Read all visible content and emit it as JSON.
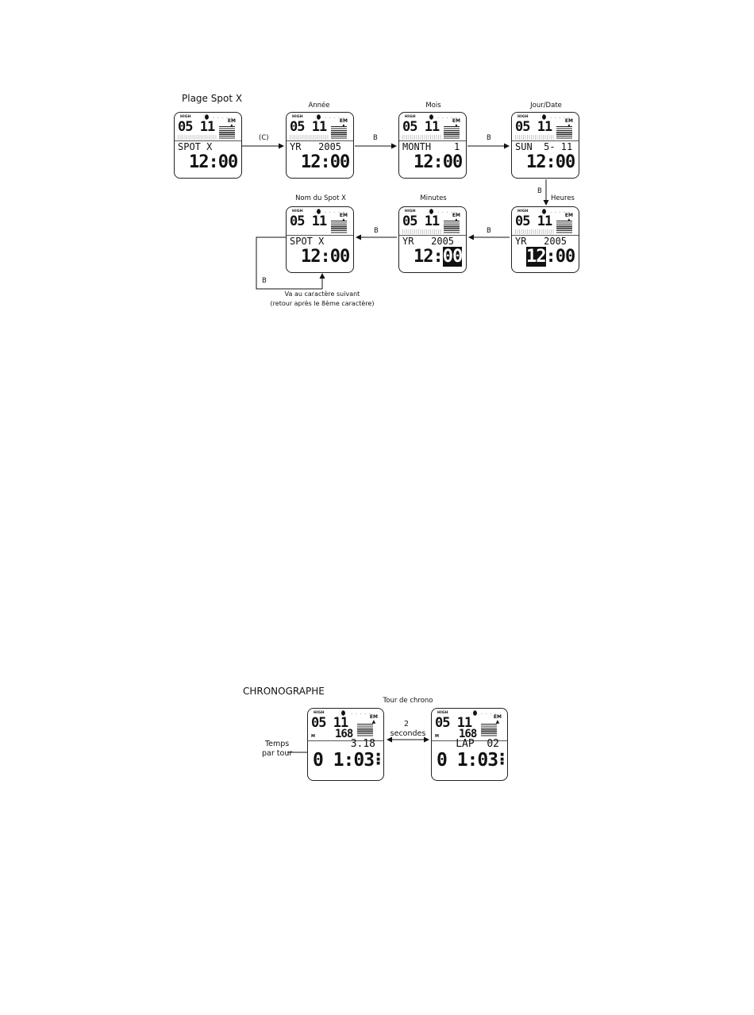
{
  "section1": {
    "title": "Plage Spot X",
    "labels": {
      "annee": "Année",
      "mois": "Mois",
      "jour_date": "Jour/Date",
      "heures": "Heures",
      "minutes": "Minutes",
      "nom_spot": "Nom du Spot X"
    },
    "arrows": {
      "c": "(C)",
      "b": "B"
    },
    "note_line1": "Va au caractère suivant",
    "note_line2": "(retour après le 8ème caractère)",
    "watch_common": {
      "high": "HIGH",
      "top_digits": "05 11",
      "em": "EM"
    },
    "watches": {
      "spot": {
        "line3": "SPOT X",
        "time": "12:00"
      },
      "annee": {
        "line3": "YR   2005",
        "time": "12:00"
      },
      "mois": {
        "line3": "MONTH    1",
        "time": "12:00"
      },
      "jour": {
        "line3": "SUN  5- 11",
        "time": "12:00"
      },
      "heures": {
        "line3": "YR   2005",
        "time_h": "12",
        "time_m": ":00"
      },
      "minutes": {
        "line3": "YR   2005",
        "time_h": "12:",
        "time_m": "00"
      },
      "nom": {
        "line3": "SPOT X",
        "time": "12:00"
      }
    }
  },
  "section2": {
    "title": "CHRONOGRAPHE",
    "label_tour": "Tour de chrono",
    "label_temps_1": "Temps",
    "label_temps_2": "par tour",
    "label_2": "2",
    "label_secondes": "secondes",
    "watches": {
      "left": {
        "sub": "168",
        "m": "M",
        "line3": "3.18",
        "time": "0 1:03"
      },
      "right": {
        "sub": "168",
        "m": "M",
        "line3": "LAP  02",
        "time": "0 1:03"
      }
    }
  }
}
